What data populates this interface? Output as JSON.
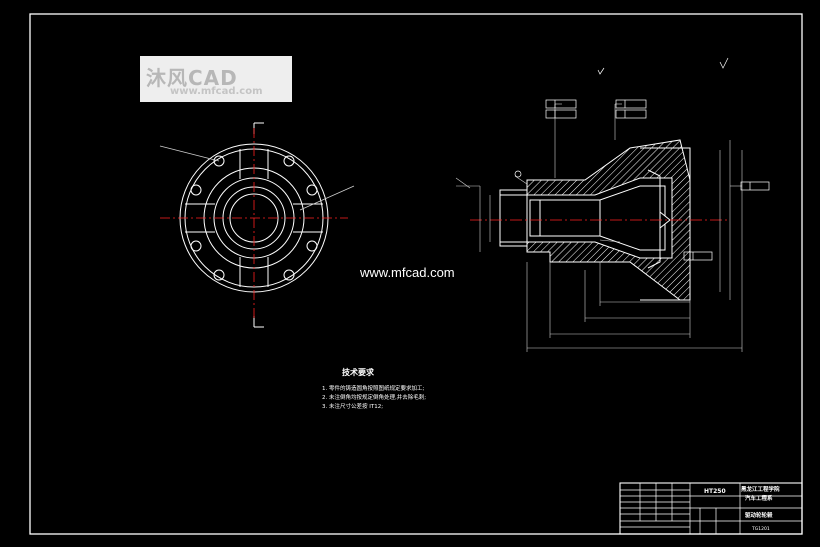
{
  "watermark": {
    "logo_text": "沐风CAD",
    "url": "www.mfcad.com"
  },
  "site_url": "www.mfcad.com",
  "technical_requirements": {
    "title": "技术要求",
    "items": [
      "1. 零件的铸造圆角按照图纸规定要求加工;",
      "2. 未注倒角均按规定倒角处理,并去除毛刺;",
      "3. 未注尺寸公差按 IT12;"
    ]
  },
  "title_block": {
    "school": "黑龙江工程学院",
    "dept": "汽车工程系",
    "part_name": "驱动轮轮毂",
    "code": "HT250",
    "drawing_no": "TG1201"
  },
  "colors": {
    "background": "#000000",
    "lines": "#ffffff",
    "hatch": "#ffffff",
    "centerline": "#ff2020",
    "dimension": "#cfcfcf"
  }
}
